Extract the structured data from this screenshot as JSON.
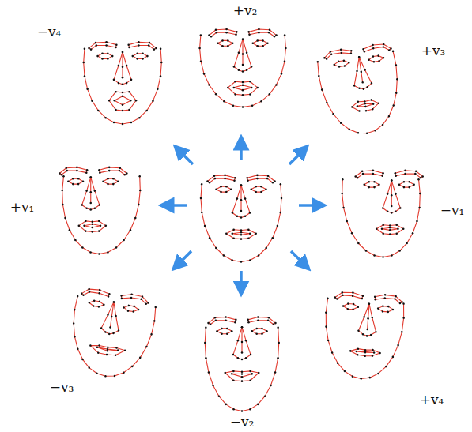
{
  "diagram": {
    "labels": [
      "−v₄",
      "+v₂",
      "+v₃",
      "+v₁",
      "−v₁",
      "−v₃",
      "−v₂",
      "+v₄"
    ]
  }
}
